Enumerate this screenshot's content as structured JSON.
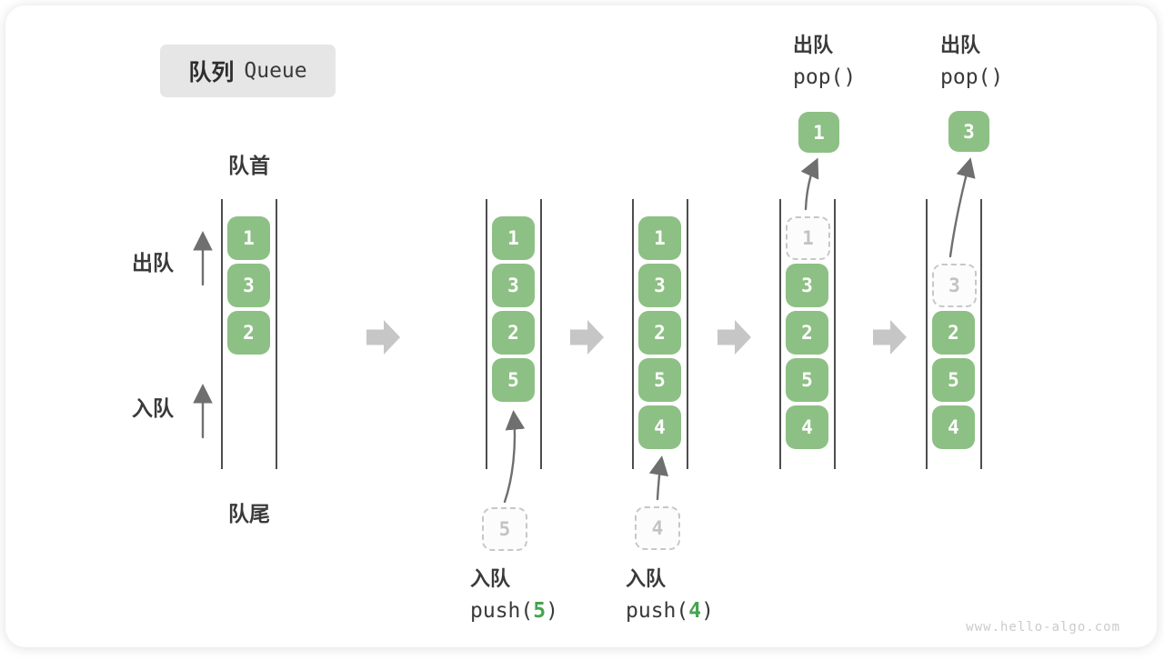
{
  "title": {
    "zh": "队列",
    "en": "Queue"
  },
  "legend": {
    "front": "队首",
    "rear": "队尾",
    "dequeue": "出队",
    "enqueue": "入队"
  },
  "watermark": "www.hello-algo.com",
  "colors": {
    "cell_green": "#8dc084",
    "code_arg_green": "#46a450",
    "wall_gray": "#4e4e4e",
    "text_dark": "#3a3a3a",
    "ghost_border": "#c7c7c7",
    "ghost_text": "#c3c3c3",
    "flow_arrow": "#c6c6c6",
    "motion_arrow": "#6f6f6f",
    "title_bg": "#e6e6e6",
    "watermark_gray": "#cbcbcb"
  },
  "queues": [
    {
      "id": "initial",
      "cells": [
        {
          "slot": 0,
          "v": "1"
        },
        {
          "slot": 1,
          "v": "3"
        },
        {
          "slot": 2,
          "v": "2"
        }
      ]
    },
    {
      "id": "after-push-5",
      "cells": [
        {
          "slot": 0,
          "v": "1"
        },
        {
          "slot": 1,
          "v": "3"
        },
        {
          "slot": 2,
          "v": "2"
        },
        {
          "slot": 3,
          "v": "5"
        }
      ],
      "incoming": "5",
      "op": {
        "label": "入队",
        "fn_open": "push(",
        "arg": "5",
        "fn_close": ")"
      }
    },
    {
      "id": "after-push-4",
      "cells": [
        {
          "slot": 0,
          "v": "1"
        },
        {
          "slot": 1,
          "v": "3"
        },
        {
          "slot": 2,
          "v": "2"
        },
        {
          "slot": 3,
          "v": "5"
        },
        {
          "slot": 4,
          "v": "4"
        }
      ],
      "incoming": "4",
      "op": {
        "label": "入队",
        "fn_open": "push(",
        "arg": "4",
        "fn_close": ")"
      }
    },
    {
      "id": "after-pop-1",
      "cells": [
        {
          "slot": 0,
          "v": "1",
          "ghost": true
        },
        {
          "slot": 1,
          "v": "3"
        },
        {
          "slot": 2,
          "v": "2"
        },
        {
          "slot": 3,
          "v": "5"
        },
        {
          "slot": 4,
          "v": "4"
        }
      ],
      "outgoing": "1",
      "op_top": {
        "label": "出队",
        "code": "pop()"
      }
    },
    {
      "id": "after-pop-3",
      "cells": [
        {
          "slot": 1,
          "v": "3",
          "ghost": true
        },
        {
          "slot": 2,
          "v": "2"
        },
        {
          "slot": 3,
          "v": "5"
        },
        {
          "slot": 4,
          "v": "4"
        }
      ],
      "outgoing": "3",
      "op_top": {
        "label": "出队",
        "code": "pop()"
      }
    }
  ]
}
